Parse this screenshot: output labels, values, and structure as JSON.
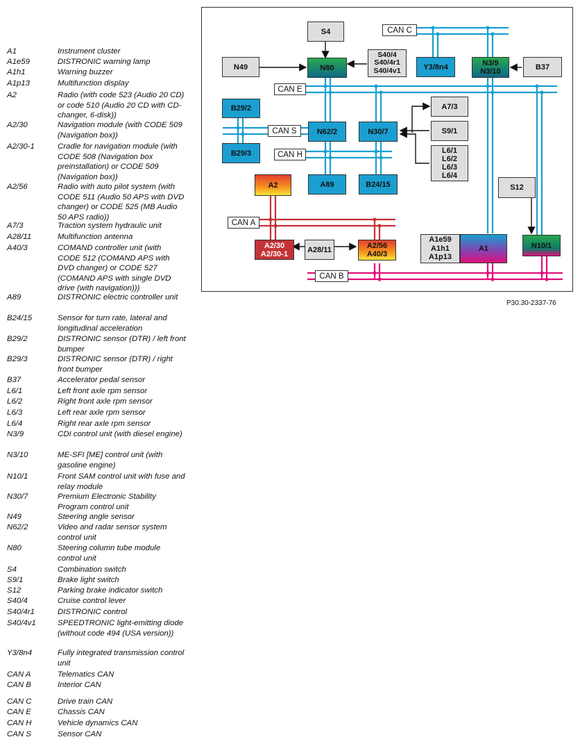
{
  "legend": [
    {
      "code": "A1",
      "desc": "Instrument cluster"
    },
    {
      "code": "A1e59",
      "desc": "DISTRONIC warning lamp"
    },
    {
      "code": "A1h1",
      "desc": "Warning buzzer"
    },
    {
      "code": "A1p13",
      "desc": "Multifunction display"
    },
    {
      "code": "A2",
      "desc": "Radio (with code 523 (Audio 20 CD) or code 510 (Audio 20 CD with CD-changer, 6-disk))"
    },
    {
      "code": "A2/30",
      "desc": "Navigation module (with CODE 509 (Navigation box))"
    },
    {
      "code": "A2/30-1",
      "desc": "Cradle for navigation module (with CODE 508 (Navigation box preinstallation) or CODE 509 (Navigation box))"
    },
    {
      "code": "A2/56",
      "desc": "Radio with auto pilot system (with CODE 511 (Audio 50 APS with DVD changer) or CODE 525 (MB Audio 50 APS radio))"
    },
    {
      "code": "A7/3",
      "desc": "Traction system hydraulic unit"
    },
    {
      "code": "A28/11",
      "desc": "Multifunction antenna"
    },
    {
      "code": "A40/3",
      "desc": "COMAND controller unit (with CODE 512 (COMAND APS with DVD changer) or CODE 527 (COMAND APS with single DVD drive (with navigation)))"
    },
    {
      "code": "A89",
      "desc": "DISTRONIC electric controller unit"
    },
    {
      "code": "B24/15",
      "desc": "Sensor for turn rate, lateral and longitudinal acceleration"
    },
    {
      "code": "B29/2",
      "desc": "DISTRONIC sensor (DTR) / left front bumper"
    },
    {
      "code": "B29/3",
      "desc": "DISTRONIC sensor (DTR) / right front bumper"
    },
    {
      "code": "B37",
      "desc": "Accelerator pedal sensor"
    },
    {
      "code": "L6/1",
      "desc": "Left front axle rpm sensor"
    },
    {
      "code": "L6/2",
      "desc": "Right front axle rpm sensor"
    },
    {
      "code": "L6/3",
      "desc": "Left rear axle rpm sensor"
    },
    {
      "code": "L6/4",
      "desc": "Right rear axle rpm sensor"
    },
    {
      "code": "N3/9",
      "desc": "CDI control unit (with diesel engine)"
    },
    {
      "code": "N3/10",
      "desc": "ME-SFI [ME] control unit (with gasoline engine)"
    },
    {
      "code": "N10/1",
      "desc": "Front SAM control unit with fuse and relay module"
    },
    {
      "code": "N30/7",
      "desc": "Premium Electronic Stability Program control unit"
    },
    {
      "code": "N49",
      "desc": "Steering angle sensor"
    },
    {
      "code": "N62/2",
      "desc": "Video and radar sensor system control unit"
    },
    {
      "code": "N80",
      "desc": "Steering column tube module control unit"
    },
    {
      "code": "S4",
      "desc": "Combination switch"
    },
    {
      "code": "S9/1",
      "desc": "Brake light switch"
    },
    {
      "code": "S12",
      "desc": "Parking brake indicator switch"
    },
    {
      "code": "S40/4",
      "desc": "Cruise control lever"
    },
    {
      "code": "S40/4r1",
      "desc": "DISTRONIC control"
    },
    {
      "code": "S40/4v1",
      "desc": "SPEEDTRONIC light-emitting diode (without code 494 (USA version))"
    },
    {
      "code": "Y3/8n4",
      "desc": "Fully integrated transmission control unit"
    },
    {
      "code": "CAN A",
      "desc": "Telematics CAN"
    },
    {
      "code": "CAN B",
      "desc": "Interior CAN"
    },
    {
      "code": "CAN C",
      "desc": "Drive train CAN"
    },
    {
      "code": "CAN E",
      "desc": "Chassis CAN"
    },
    {
      "code": "CAN H",
      "desc": "Vehicle dynamics CAN"
    },
    {
      "code": "CAN S",
      "desc": "Sensor CAN"
    }
  ],
  "diagram": {
    "components": {
      "s4": "S4",
      "n49": "N49",
      "n80": "N80",
      "s40": [
        "S40/4",
        "S40/4r1",
        "S40/4v1"
      ],
      "y38n4": "Y3/8n4",
      "n39": [
        "N3/9",
        "N3/10"
      ],
      "b37": "B37",
      "b292": "B29/2",
      "b293": "B29/3",
      "n622": "N62/2",
      "n307": "N30/7",
      "a73": "A7/3",
      "s91": "S9/1",
      "l6": [
        "L6/1",
        "L6/2",
        "L6/3",
        "L6/4"
      ],
      "a2": "A2",
      "a89": "A89",
      "b2415": "B24/15",
      "s12": "S12",
      "a230": [
        "A2/30",
        "A2/30-1"
      ],
      "a2811": "A28/11",
      "a256": [
        "A2/56",
        "A40/3"
      ],
      "a1sub": [
        "A1e59",
        "A1h1",
        "A1p13"
      ],
      "a1": "A1",
      "n101": "N10/1"
    },
    "buses": {
      "can_c": "CAN C",
      "can_e": "CAN E",
      "can_s": "CAN S",
      "can_h": "CAN H",
      "can_a": "CAN A",
      "can_b": "CAN B"
    },
    "colors": {
      "bus_blue": "#1a9fd0",
      "bus_red": "#c53236",
      "bus_pink": "#e0107a",
      "grey_box": "#dedede",
      "blue_box": "#1a9fd0"
    }
  },
  "figure_ref": "P30.30-2337-76"
}
